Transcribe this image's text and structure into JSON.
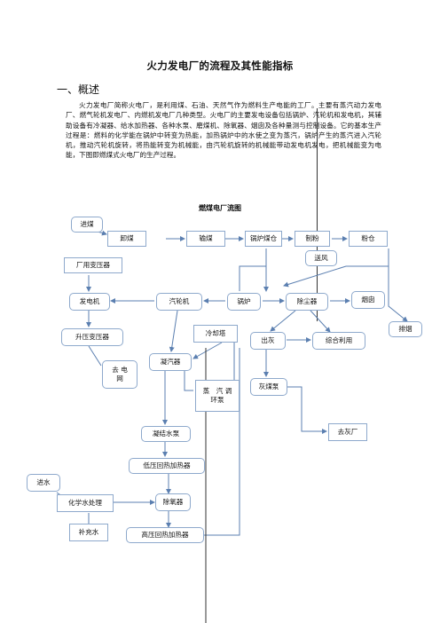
{
  "document": {
    "title": "火力发电厂的流程及其性能指标",
    "section_heading": "一、概述",
    "paragraph": "火力发电厂简称火电厂，是利用煤、石油、天然气作为燃料生产电能的工厂。主要有蒸汽动力发电厂、燃气轮机发电厂、内燃机发电厂几种类型。火电厂的主要发电设备包括锅炉、汽轮机和发电机，其辅助设备有冷凝器、给水加热器、各种水泵、磨煤机、除氧器、烟囱及各种量测与控制设备。它的基本生产过程是：燃料的化学能在锅炉中转变为热能，加热锅炉中的水使之变为蒸汽，锅炉产生的蒸汽进入汽轮机，推动汽轮机旋转，将热能转变为机械能，由汽轮机旋转的机械能带动发电机发电，把机械能变为电能，下图即燃煤式火电厂的生产过程。"
  },
  "flowchart": {
    "title": "燃煤电厂流图",
    "nodes": {
      "jinmei": "进煤",
      "xiemei": "卸煤",
      "shumei": "输煤",
      "guolumeicang": "锅炉煤仓",
      "zhifen": "制粉",
      "fencang": "粉仓",
      "changyong": "厂用变压器",
      "songfeng": "送风",
      "fadianji": "发电机",
      "qilunji": "汽轮机",
      "guolu": "锅炉",
      "chuchenqi": "除尘器",
      "yancong": "烟囱",
      "paiyan": "排烟",
      "shengya": "升压变压器",
      "lengqueta": "冷却塔",
      "chuhui": "出灰",
      "zongheliyong": "综合利用",
      "qudianwang": "去 电 网",
      "ningqiqi": "凝汽器",
      "huimengbeng": "灰煤泵",
      "zhengqixunhuan": "蒸　汽 调环泵",
      "quhuichang": "去灰厂",
      "ningjieshuibeng": "凝结水泵",
      "diya": "低压回热加热器",
      "jinshui": "进水",
      "chuyangqi": "除氧器",
      "huaxueshui": "化学水处理",
      "buchongshui": "补充水",
      "gaoya": "高压回热加热器"
    }
  }
}
